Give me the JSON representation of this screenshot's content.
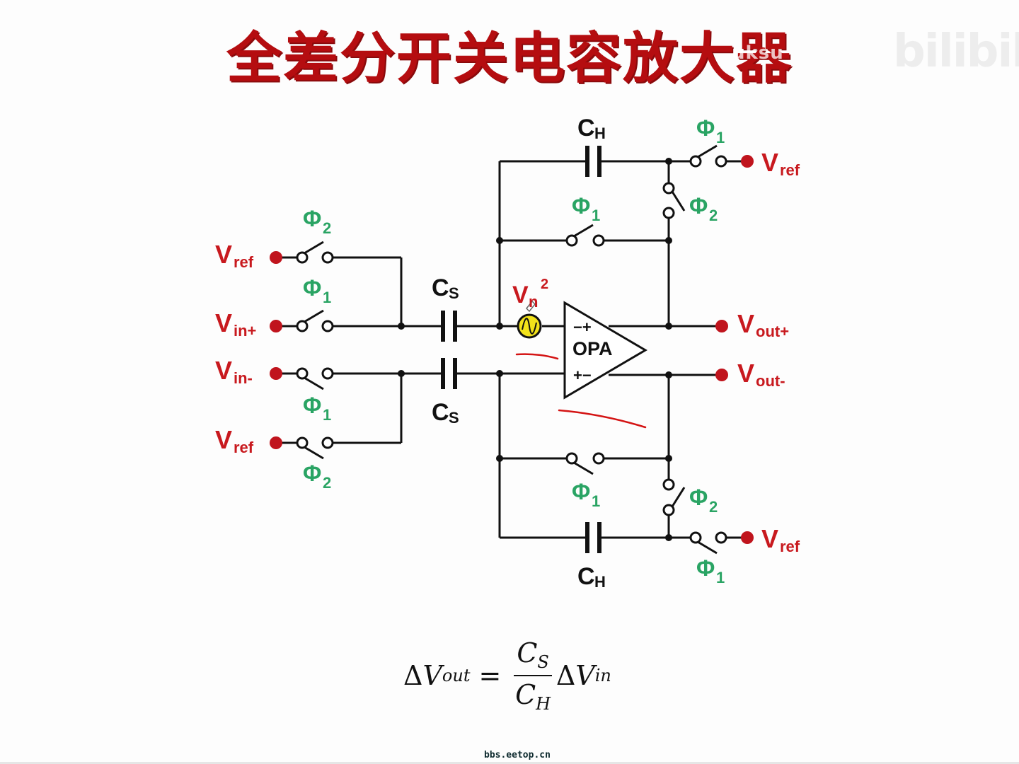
{
  "title": "全差分开关电容放大器",
  "watermarks": {
    "title_overlay": "uksu",
    "logo": "bilibili",
    "footer_site": "bbs.eetop.cn"
  },
  "colors": {
    "title": "#b50d10",
    "terminal_label": "#c8191e",
    "phase_label": "#2aa464",
    "wire": "#111111",
    "noise_source": "#f2e21a",
    "annotation_stroke": "#d41414"
  },
  "diagram": {
    "opamp_label": "OPA",
    "opamp_top_signs": "−+",
    "opamp_bottom_signs": "+−",
    "noise_source": {
      "label_main": "V",
      "label_sub": "n",
      "label_sup": "2"
    },
    "capacitors": {
      "hold_top": {
        "main": "C",
        "sub": "H"
      },
      "hold_bottom": {
        "main": "C",
        "sub": "H"
      },
      "sample_top": {
        "main": "C",
        "sub": "S"
      },
      "sample_bottom": {
        "main": "C",
        "sub": "S"
      }
    },
    "input_terminals": [
      {
        "main": "V",
        "sub": "ref",
        "phase": "2"
      },
      {
        "main": "V",
        "sub": "in+",
        "phase": "1"
      },
      {
        "main": "V",
        "sub": "in-",
        "phase": "1"
      },
      {
        "main": "V",
        "sub": "ref",
        "phase": "2"
      }
    ],
    "output_terminals": [
      {
        "main": "V",
        "sub": "out+"
      },
      {
        "main": "V",
        "sub": "out-"
      }
    ],
    "feedback_terminals": [
      {
        "main": "V",
        "sub": "ref",
        "phase": "1"
      },
      {
        "main": "V",
        "sub": "ref",
        "phase": "1"
      }
    ],
    "feedback_switch_phases": {
      "reset_top": "1",
      "reset_bottom": "1",
      "vertical_top": "2",
      "vertical_bottom": "2"
    },
    "phase_symbol": "Φ"
  },
  "formula": {
    "delta": "Δ",
    "lhs_var": "V",
    "lhs_sub": "out",
    "equals": "=",
    "num_var": "C",
    "num_sub": "S",
    "den_var": "C",
    "den_sub": "H",
    "rhs_var": "V",
    "rhs_sub": "in"
  }
}
